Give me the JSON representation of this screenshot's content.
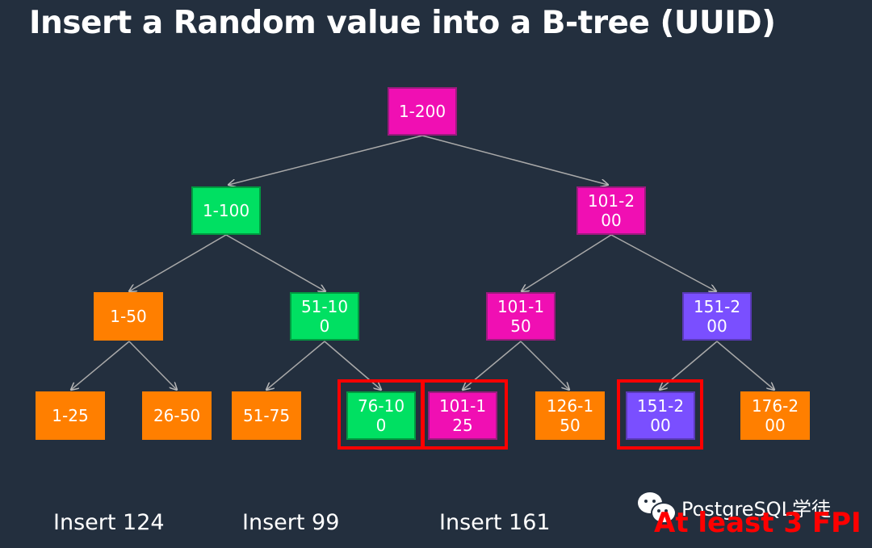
{
  "title": "Insert a Random value into a B-tree (UUID)",
  "colors": {
    "background": "#232f3e",
    "orange": "#ff7f00",
    "green": "#00e062",
    "magenta": "#f00fb3",
    "purple": "#7a4fff",
    "highlight": "#ff0000"
  },
  "tree": {
    "root": "1-200",
    "level1": [
      "1-100",
      "101-200"
    ],
    "level2": [
      "1-50",
      "51-100",
      "101-150",
      "151-200"
    ],
    "leaves": [
      "1-25",
      "26-50",
      "51-75",
      "76-100",
      "101-125",
      "126-150",
      "151-200",
      "176-200"
    ]
  },
  "inserts": [
    "Insert 124",
    "Insert 99",
    "Insert 161"
  ],
  "watermark": "PostgreSQL学徒",
  "note": "At least 3 FPI"
}
